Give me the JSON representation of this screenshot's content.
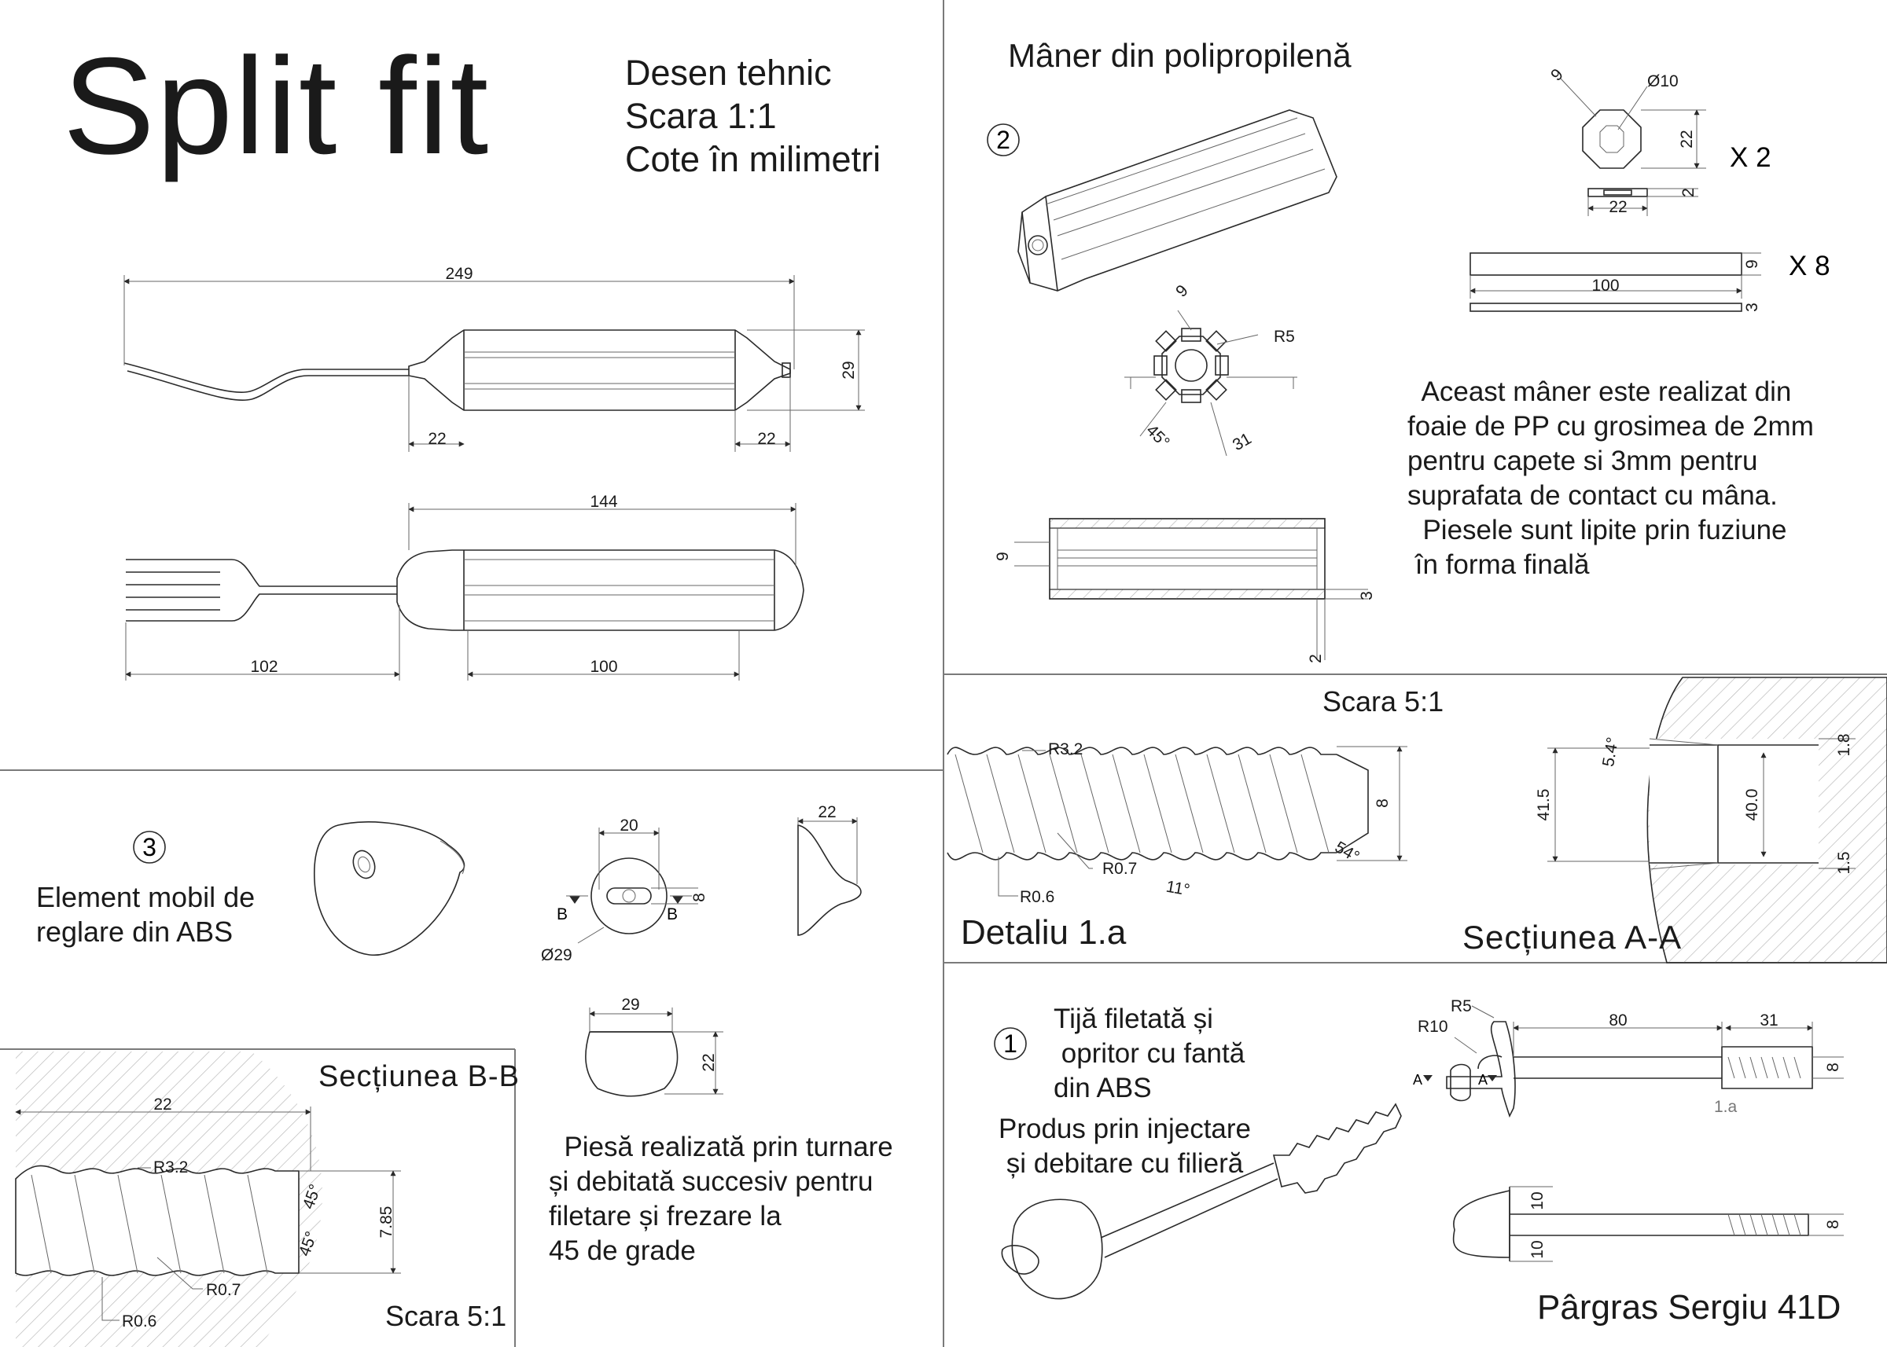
{
  "title": "Split fit",
  "header_lines": [
    "Desen tehnic",
    "Scara 1:1",
    "Cote în milimetri"
  ],
  "fork": {
    "top_dims": {
      "overall": "249",
      "left_cap": "22",
      "right_cap": "22",
      "height": "29"
    },
    "bottom_dims": {
      "handle": "144",
      "tine_part": "102",
      "grip": "100"
    }
  },
  "handle_section": {
    "title": "Mâner din polipropilenă",
    "number": "2",
    "endcap": {
      "thickness": "9",
      "diameter": "Ø10",
      "height": "22",
      "width": "22",
      "depth": "2",
      "count": "X 2"
    },
    "strip": {
      "thickness": "9",
      "length": "100",
      "depth": "3",
      "count": "X 8"
    },
    "octagon": {
      "thickness": "9",
      "radius": "R5",
      "angle": "45°",
      "side": "31"
    },
    "side_view": {
      "thickness": "9",
      "wall": "3",
      "cap": "2"
    },
    "description": [
      "  Aceast mâner este realizat din",
      "foaie de PP cu grosimea de 2mm",
      "pentru capete si 3mm pentru",
      "suprafata de contact cu mâna.",
      "  Piesele sunt lipite prin fuziune",
      " în forma finală"
    ]
  },
  "detail_1a": {
    "scale": "Scara 5:1",
    "label": "Detaliu  1.a",
    "dims": {
      "r_top": "R3.2",
      "height": "8",
      "r_mid": "R0.7",
      "r_low": "R0.6",
      "angle_small": "11°",
      "angle_tip": "54°"
    }
  },
  "section_aa": {
    "label": "Secțiunea A-A",
    "dims": {
      "angle": "5.4°",
      "gap_top": "1.8",
      "outer": "41.5",
      "inner": "40.0",
      "gap_bottom": "1.5"
    }
  },
  "element_3": {
    "number": "3",
    "label_lines": [
      "Element mobil de",
      "reglare din ABS"
    ],
    "dims": {
      "width": "20",
      "slot": "8",
      "diameter": "Ø29",
      "side_width": "22",
      "cup_width": "29",
      "cup_height": "22",
      "section_mark": "B"
    }
  },
  "section_bb": {
    "label": "Secțiunea B-B",
    "scale": "Scara 5:1",
    "dims": {
      "length": "22",
      "r_top": "R3.2",
      "angle_top": "45°",
      "angle_bottom": "45°",
      "height": "7.85",
      "r_mid": "R0.7",
      "r_low": "R0.6"
    }
  },
  "element_3_description": [
    "  Piesă realizată prin turnare",
    "și debitată succesiv pentru",
    "filetare și frezare la",
    "45 de grade"
  ],
  "rod_1": {
    "number": "1",
    "label_lines": [
      "Tijă filetată și",
      " opritor cu fantă",
      "din ABS"
    ],
    "process_lines": [
      "Produs prin injectare",
      " și debitare cu filieră"
    ],
    "dims": {
      "r5": "R5",
      "r10": "R10",
      "shaft": "80",
      "thread": "31",
      "diameter": "8",
      "detail_ref": "1.a",
      "section_mark": "A",
      "head_top": "10",
      "head_bottom": "10",
      "diameter_2": "8"
    }
  },
  "author": "Pârgras Sergiu 41D"
}
